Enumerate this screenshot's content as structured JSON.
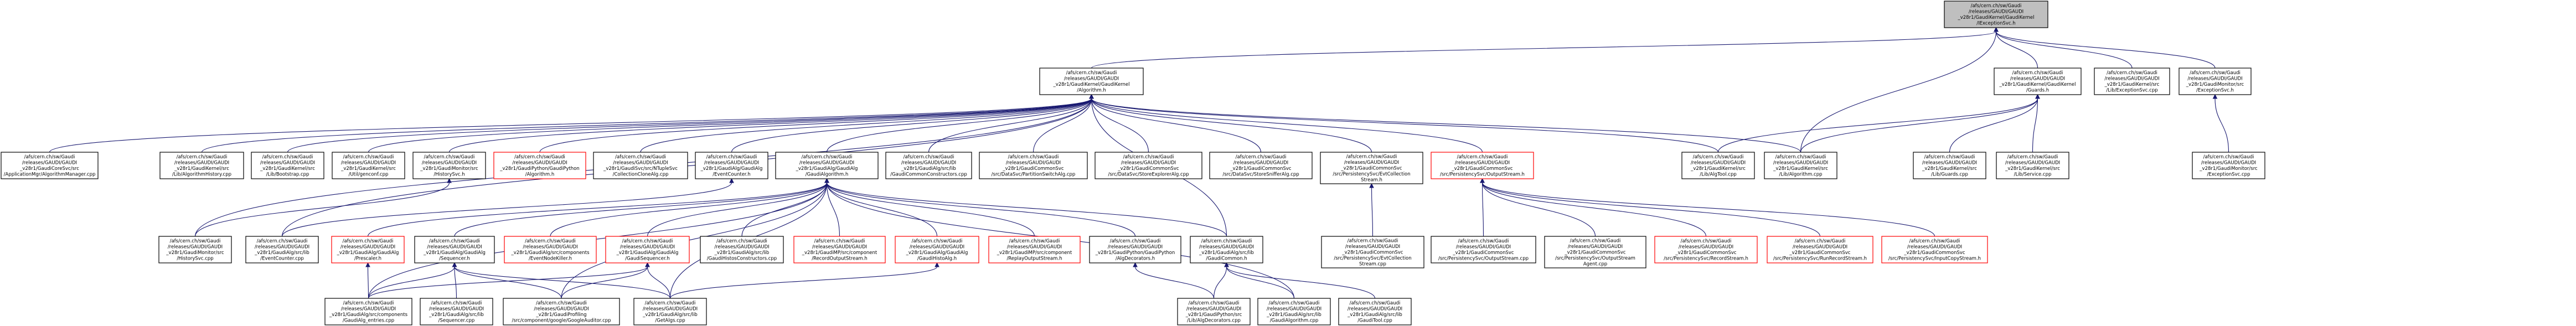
{
  "colors": {
    "edge": "#191970",
    "node_border_documented": "#000000",
    "node_border_undocumented": "#ff0000",
    "node_fill_root": "#bfbfbf",
    "node_fill": "#ffffff",
    "text": "#000000"
  },
  "nodes": [
    {
      "id": "root",
      "label": "/afs/cern.ch/sw/Gaudi\n/releases/GAUDI/GAUDI\n_v28r1/GaudiKernel/GaudiKernel\n/IExceptionSvc.h",
      "style": "root"
    },
    {
      "id": "algorithm_h",
      "label": "/afs/cern.ch/sw/Gaudi\n/releases/GAUDI/GAUDI\n_v28r1/GaudiKernel/GaudiKernel\n/Algorithm.h",
      "style": "normal"
    },
    {
      "id": "guards_h",
      "label": "/afs/cern.ch/sw/Gaudi\n/releases/GAUDI/GAUDI\n_v28r1/GaudiKernel/GaudiKernel\n/Guards.h",
      "style": "normal"
    },
    {
      "id": "exceptionsvc_cpp",
      "label": "/afs/cern.ch/sw/Gaudi\n/releases/GAUDI/GAUDI\n_v28r1/GaudiKernel/src\n/Lib/ExceptionSvc.cpp",
      "style": "normal"
    },
    {
      "id": "exceptionsvc_h",
      "label": "/afs/cern.ch/sw/Gaudi\n/releases/GAUDI/GAUDI\n_v28r1/GaudiMonitor/src\n/ExceptionSvc.h",
      "style": "normal"
    },
    {
      "id": "appmgr_cpp",
      "label": "/afs/cern.ch/sw/Gaudi\n/releases/GAUDI/GAUDI\n_v28r1/GaudiCoreSvc/src\n/ApplicationMgr/AlgorithmManager.cpp",
      "style": "normal"
    },
    {
      "id": "alghistory_cpp",
      "label": "/afs/cern.ch/sw/Gaudi\n/releases/GAUDI/GAUDI\n_v28r1/GaudiKernel/src\n/Lib/AlgorithmHistory.cpp",
      "style": "normal"
    },
    {
      "id": "bootstrap_cpp",
      "label": "/afs/cern.ch/sw/Gaudi\n/releases/GAUDI/GAUDI\n_v28r1/GaudiKernel/src\n/Lib/Bootstrap.cpp",
      "style": "normal"
    },
    {
      "id": "getconf_cpp",
      "label": "/afs/cern.ch/sw/Gaudi\n/releases/GAUDI/GAUDI\n_v28r1/GaudiKernel/src\n/Util/genconf.cpp",
      "style": "normal"
    },
    {
      "id": "historysvc_h",
      "label": "/afs/cern.ch/sw/Gaudi\n/releases/GAUDI/GAUDI\n_v28r1/GaudiMonitor/src\n/HistorySvc.h",
      "style": "normal"
    },
    {
      "id": "pyalg_h",
      "label": "/afs/cern.ch/sw/Gaudi\n/releases/GAUDI/GAUDI\n_v28r1/GaudiPython/GaudiPython\n/Algorithm.h",
      "style": "red"
    },
    {
      "id": "ntuplesvc_cpp",
      "label": "/afs/cern.ch/sw/Gaudi\n/releases/GAUDI/GAUDI\n_v28r1/GaudiSvc/src/NTupleSvc\n/CollectionCloneAlg.cpp",
      "style": "normal"
    },
    {
      "id": "eventcounter_h",
      "label": "/afs/cern.ch/sw/Gaudi\n/releases/GAUDI/GAUDI\n_v28r1/GaudiAlg/GaudiAlg\n/EventCounter.h",
      "style": "normal"
    },
    {
      "id": "gaudialgorithm_h",
      "label": "/afs/cern.ch/sw/Gaudi\n/releases/GAUDI/GAUDI\n_v28r1/GaudiAlg/GaudiAlg\n/GaudiAlgorithm.h",
      "style": "normal"
    },
    {
      "id": "gaudicommonconstr_cpp",
      "label": "/afs/cern.ch/sw/Gaudi\n/releases/GAUDI/GAUDI\n_v28r1/GaudiAlg/src/lib\n/GaudiCommonConstructors.cpp",
      "style": "normal"
    },
    {
      "id": "partitionswitch_cpp",
      "label": "/afs/cern.ch/sw/Gaudi\n/releases/GAUDI/GAUDI\n_v28r1/GaudiCommonSvc\n/src/DataSvc/PartitionSwitchAlg.cpp",
      "style": "normal"
    },
    {
      "id": "storeexplorer_cpp",
      "label": "/afs/cern.ch/sw/Gaudi\n/releases/GAUDI/GAUDI\n_v28r1/GaudiCommonSvc\n/src/DataSvc/StoreExplorerAlg.cpp",
      "style": "normal"
    },
    {
      "id": "storesnifferalg_cpp",
      "label": "/afs/cern.ch/sw/Gaudi\n/releases/GAUDI/GAUDI\n_v28r1/GaudiCommonSvc\n/src/DataSvc/StoreSnifferAlg.cpp",
      "style": "normal"
    },
    {
      "id": "evtcollectionstream_h",
      "label": "/afs/cern.ch/sw/Gaudi\n/releases/GAUDI/GAUDI\n_v28r1/GaudiCommonSvc\n/src/PersistencySvc/EvtCollection\nStream.h",
      "style": "normal"
    },
    {
      "id": "outputstream_h",
      "label": "/afs/cern.ch/sw/Gaudi\n/releases/GAUDI/GAUDI\n_v28r1/GaudiCommonSvc\n/src/PersistencySvc/OutputStream.h",
      "style": "red"
    },
    {
      "id": "algtool_cpp",
      "label": "/afs/cern.ch/sw/Gaudi\n/releases/GAUDI/GAUDI\n_v28r1/GaudiKernel/src\n/Lib/AlgTool.cpp",
      "style": "normal"
    },
    {
      "id": "algorithm_cpp",
      "label": "/afs/cern.ch/sw/Gaudi\n/releases/GAUDI/GAUDI\n_v28r1/GaudiKernel/src\n/Lib/Algorithm.cpp",
      "style": "normal"
    },
    {
      "id": "guards_cpp",
      "label": "/afs/cern.ch/sw/Gaudi\n/releases/GAUDI/GAUDI\n_v28r1/GaudiKernel/src\n/Lib/Guards.cpp",
      "style": "normal"
    },
    {
      "id": "service_cpp",
      "label": "/afs/cern.ch/sw/Gaudi\n/releases/GAUDI/GAUDI\n_v28r1/GaudiKernel/src\n/Lib/Service.cpp",
      "style": "normal"
    },
    {
      "id": "exceptionsvc2_cpp",
      "label": "/afs/cern.ch/sw/Gaudi\n/releases/GAUDI/GAUDI\n_v28r1/GaudiMonitor/src\n/ExceptionSvc.cpp",
      "style": "normal"
    },
    {
      "id": "historysvc_cpp",
      "label": "/afs/cern.ch/sw/Gaudi\n/releases/GAUDI/GAUDI\n_v28r1/GaudiMonitor/src\n/HistorySvc.cpp",
      "style": "normal"
    },
    {
      "id": "eventcounter_cpp",
      "label": "/afs/cern.ch/sw/Gaudi\n/releases/GAUDI/GAUDI\n_v28r1/GaudiAlg/src/lib\n/EventCounter.cpp",
      "style": "normal"
    },
    {
      "id": "prescaler_h",
      "label": "/afs/cern.ch/sw/Gaudi\n/releases/GAUDI/GAUDI\n_v28r1/GaudiAlg/GaudiAlg\n/Prescaler.h",
      "style": "red"
    },
    {
      "id": "sequencer_h",
      "label": "/afs/cern.ch/sw/Gaudi\n/releases/GAUDI/GAUDI\n_v28r1/GaudiAlg/GaudiAlg\n/Sequencer.h",
      "style": "normal"
    },
    {
      "id": "eventnodekiller_h",
      "label": "/afs/cern.ch/sw/Gaudi\n/releases/GAUDI/GAUDI\n_v28r1/GaudiAlg/src/components\n/EventNodeKiller.h",
      "style": "red"
    },
    {
      "id": "gaudisequencer_h",
      "label": "/afs/cern.ch/sw/Gaudi\n/releases/GAUDI/GAUDI\n_v28r1/GaudiAlg/GaudiAlg\n/GaudiSequencer.h",
      "style": "red"
    },
    {
      "id": "gaudihistoscontr_cpp",
      "label": "/afs/cern.ch/sw/Gaudi\n/releases/GAUDI/GAUDI\n_v28r1/GaudiAlg/src/lib\n/GaudiHistosConstructors.cpp",
      "style": "normal"
    },
    {
      "id": "recordoutputstream_h",
      "label": "/afs/cern.ch/sw/Gaudi\n/releases/GAUDI/GAUDI\n_v28r1/GaudiMP/src/component\n/RecordOutputStream.h",
      "style": "red"
    },
    {
      "id": "histoalg_h",
      "label": "/afs/cern.ch/sw/Gaudi\n/releases/GAUDI/GAUDI\n_v28r1/GaudiAlg/GaudiAlg\n/GaudiHistoAlg.h",
      "style": "red"
    },
    {
      "id": "replayoutputstream_h",
      "label": "/afs/cern.ch/sw/Gaudi\n/releases/GAUDI/GAUDI\n_v28r1/GaudiMP/src/component\n/ReplayOutputStream.h",
      "style": "red"
    },
    {
      "id": "algdecorators_h",
      "label": "/afs/cern.ch/sw/Gaudi\n/releases/GAUDI/GAUDI\n_v28r1/GaudiPython/GaudiPython\n/AlgDecorators.h",
      "style": "normal"
    },
    {
      "id": "gaudicommon_h",
      "label": "/afs/cern.ch/sw/Gaudi\n/releases/GAUDI/GAUDI\n_v28r1/GaudiAlg/src/lib\n/GaudiCommon.h",
      "style": "normal"
    },
    {
      "id": "evtcollectionstream_cpp",
      "label": "/afs/cern.ch/sw/Gaudi\n/releases/GAUDI/GAUDI\n_v28r1/GaudiCommonSvc\n/src/PersistencySvc/EvtCollection\nStream.cpp",
      "style": "normal"
    },
    {
      "id": "outputstream_cpp",
      "label": "/afs/cern.ch/sw/Gaudi\n/releases/GAUDI/GAUDI\n_v28r1/GaudiCommonSvc\n/src/PersistencySvc/OutputStream.cpp",
      "style": "normal"
    },
    {
      "id": "outputstreamagent_cpp",
      "label": "/afs/cern.ch/sw/Gaudi\n/releases/GAUDI/GAUDI\n_v28r1/GaudiCommonSvc\n/src/PersistencySvc/OutputStream\nAgent.cpp",
      "style": "normal"
    },
    {
      "id": "recordstream_h",
      "label": "/afs/cern.ch/sw/Gaudi\n/releases/GAUDI/GAUDI\n_v28r1/GaudiCommonSvc\n/src/PersistencySvc/RecordStream.h",
      "style": "red"
    },
    {
      "id": "runrecordstream_h",
      "label": "/afs/cern.ch/sw/Gaudi\n/releases/GAUDI/GAUDI\n_v28r1/GaudiCommonSvc\n/src/PersistencySvc/RunRecordStream.h",
      "style": "red"
    },
    {
      "id": "inputcopystream_h",
      "label": "/afs/cern.ch/sw/Gaudi\n/releases/GAUDI/GAUDI\n_v28r1/GaudiCommonSvc\n/src/PersistencySvc/InputCopyStream.h",
      "style": "red"
    },
    {
      "id": "gaudialg_entries_cpp",
      "label": "/afs/cern.ch/sw/Gaudi\n/releases/GAUDI/GAUDI\n_v28r1/GaudiAlg/src/components\n/GaudiAlg_entries.cpp",
      "style": "normal"
    },
    {
      "id": "sequencer_cpp",
      "label": "/afs/cern.ch/sw/Gaudi\n/releases/GAUDI/GAUDI\n_v28r1/GaudiAlg/src/lib\n/Sequencer.cpp",
      "style": "normal"
    },
    {
      "id": "googleauditor_cpp",
      "label": "/afs/cern.ch/sw/Gaudi\n/releases/GAUDI/GAUDI\n_v28r1/GaudiProfiling\n/src/component/google/GoogleAuditor.cpp",
      "style": "normal"
    },
    {
      "id": "getalgs_cpp",
      "label": "/afs/cern.ch/sw/Gaudi\n/releases/GAUDI/GAUDI\n_v28r1/GaudiAlg/src/lib\n/GetAlgs.cpp",
      "style": "normal"
    },
    {
      "id": "algdecorators_cpp",
      "label": "/afs/cern.ch/sw/Gaudi\n/releases/GAUDI/GAUDI\n_v28r1/GaudiPython/src\n/Lib/AlgDecorators.cpp",
      "style": "normal"
    },
    {
      "id": "gaudialgorithm_cpp",
      "label": "/afs/cern.ch/sw/Gaudi\n/releases/GAUDI/GAUDI\n_v28r1/GaudiAlg/src/lib\n/GaudiAlgorithm.cpp",
      "style": "normal"
    },
    {
      "id": "gauditool_cpp",
      "label": "/afs/cern.ch/sw/Gaudi\n/releases/GAUDI/GAUDI\n_v28r1/GaudiAlg/src/lib\n/GaudiTool.cpp",
      "style": "normal"
    }
  ],
  "edges": [
    [
      "algorithm_h",
      "root"
    ],
    [
      "guards_h",
      "root"
    ],
    [
      "exceptionsvc_cpp",
      "root"
    ],
    [
      "exceptionsvc_h",
      "root"
    ],
    [
      "algorithm_cpp",
      "root"
    ],
    [
      "appmgr_cpp",
      "algorithm_h"
    ],
    [
      "alghistory_cpp",
      "algorithm_h"
    ],
    [
      "bootstrap_cpp",
      "algorithm_h"
    ],
    [
      "getconf_cpp",
      "algorithm_h"
    ],
    [
      "historysvc_h",
      "algorithm_h"
    ],
    [
      "pyalg_h",
      "algorithm_h"
    ],
    [
      "ntuplesvc_cpp",
      "algorithm_h"
    ],
    [
      "eventcounter_h",
      "algorithm_h"
    ],
    [
      "gaudialgorithm_h",
      "algorithm_h"
    ],
    [
      "gaudicommonconstr_cpp",
      "algorithm_h"
    ],
    [
      "partitionswitch_cpp",
      "algorithm_h"
    ],
    [
      "storeexplorer_cpp",
      "algorithm_h"
    ],
    [
      "storesnifferalg_cpp",
      "algorithm_h"
    ],
    [
      "evtcollectionstream_h",
      "algorithm_h"
    ],
    [
      "outputstream_h",
      "algorithm_h"
    ],
    [
      "algtool_cpp",
      "algorithm_h"
    ],
    [
      "algorithm_cpp",
      "algorithm_h"
    ],
    [
      "historysvc_cpp",
      "algorithm_h"
    ],
    [
      "eventcounter_cpp",
      "algorithm_h"
    ],
    [
      "gaudicommon_h",
      "algorithm_h"
    ],
    [
      "algtool_cpp",
      "guards_h"
    ],
    [
      "algorithm_cpp",
      "guards_h"
    ],
    [
      "guards_cpp",
      "guards_h"
    ],
    [
      "service_cpp",
      "guards_h"
    ],
    [
      "exceptionsvc2_cpp",
      "exceptionsvc_h"
    ],
    [
      "historysvc_cpp",
      "historysvc_h"
    ],
    [
      "eventcounter_cpp",
      "eventcounter_h"
    ],
    [
      "prescaler_h",
      "gaudialgorithm_h"
    ],
    [
      "sequencer_h",
      "gaudialgorithm_h"
    ],
    [
      "eventnodekiller_h",
      "gaudialgorithm_h"
    ],
    [
      "gaudisequencer_h",
      "gaudialgorithm_h"
    ],
    [
      "gaudihistoscontr_cpp",
      "gaudialgorithm_h"
    ],
    [
      "recordoutputstream_h",
      "gaudialgorithm_h"
    ],
    [
      "histoalg_h",
      "gaudialgorithm_h"
    ],
    [
      "replayoutputstream_h",
      "gaudialgorithm_h"
    ],
    [
      "algdecorators_h",
      "gaudialgorithm_h"
    ],
    [
      "gaudicommon_h",
      "gaudialgorithm_h"
    ],
    [
      "gaudialg_entries_cpp",
      "gaudialgorithm_h"
    ],
    [
      "getalgs_cpp",
      "gaudialgorithm_h"
    ],
    [
      "gaudialgorithm_cpp",
      "gaudialgorithm_h"
    ],
    [
      "googleauditor_cpp",
      "gaudialgorithm_h"
    ],
    [
      "evtcollectionstream_cpp",
      "evtcollectionstream_h"
    ],
    [
      "outputstream_cpp",
      "outputstream_h"
    ],
    [
      "outputstreamagent_cpp",
      "outputstream_h"
    ],
    [
      "recordstream_h",
      "outputstream_h"
    ],
    [
      "runrecordstream_h",
      "outputstream_h"
    ],
    [
      "inputcopystream_h",
      "outputstream_h"
    ],
    [
      "gaudialg_entries_cpp",
      "prescaler_h"
    ],
    [
      "gaudialg_entries_cpp",
      "sequencer_h"
    ],
    [
      "sequencer_cpp",
      "sequencer_h"
    ],
    [
      "googleauditor_cpp",
      "sequencer_h"
    ],
    [
      "getalgs_cpp",
      "sequencer_h"
    ],
    [
      "gaudialg_entries_cpp",
      "gaudisequencer_h"
    ],
    [
      "googleauditor_cpp",
      "gaudisequencer_h"
    ],
    [
      "getalgs_cpp",
      "gaudisequencer_h"
    ],
    [
      "getalgs_cpp",
      "histoalg_h"
    ],
    [
      "algdecorators_cpp",
      "algdecorators_h"
    ],
    [
      "algdecorators_cpp",
      "gaudicommon_h"
    ],
    [
      "gaudialgorithm_cpp",
      "gaudicommon_h"
    ],
    [
      "gauditool_cpp",
      "gaudicommon_h"
    ]
  ]
}
